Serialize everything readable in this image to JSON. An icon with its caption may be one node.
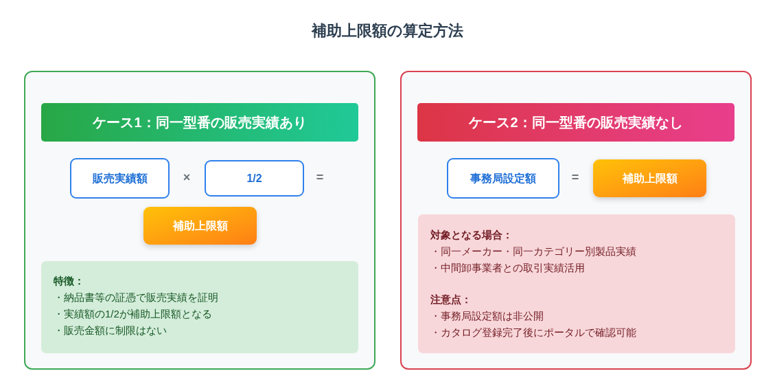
{
  "diagram": {
    "title": "補助上限額の算定方法",
    "nodes": [
      {
        "text": [],
        "shape": "box"
      },
      {
        "text": [
          "ケース1：同一型番の販売実績あり"
        ],
        "in": 0
      },
      {
        "text": [
          "販売実績額"
        ],
        "in": 0
      },
      {
        "text": [
          "1/2"
        ],
        "in": 0
      },
      {
        "text": [
          "補助上限額"
        ],
        "in": 0
      },
      {
        "text": [
          "特徴：",
          "・納品書等の証憑で販売実績を証明",
          "・実績額の1/2が補助上限額となる",
          "・販売金額に制限はない"
        ],
        "in": 0
      },
      {
        "text": [],
        "shape": "box"
      },
      {
        "text": [
          "ケース2：同一型番の販売実績なし"
        ],
        "in": 6
      },
      {
        "text": [
          "事務局設定額"
        ],
        "in": 6
      },
      {
        "text": [
          "補助上限額"
        ],
        "in": 6
      },
      {
        "text": [
          "対象となる場合：",
          "・同一メーカー・同一カテゴリー別製品実績",
          "・中間卸事業者との取引実績活用",
          "注意点：",
          "・事務局設定額は非公開",
          "・カタログ登録完了後にポータルで確認可能"
        ],
        "in": 6
      }
    ],
    "labels": [
      "×",
      "=",
      "="
    ]
  }
}
